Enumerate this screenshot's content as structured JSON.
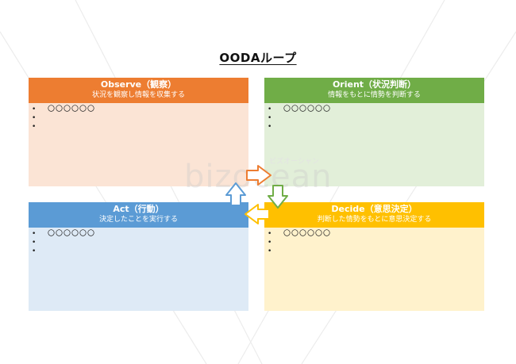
{
  "title": "OODAループ",
  "cards": {
    "observe": {
      "name": "Observe（観察）",
      "desc": "状況を観察し情報を収集する",
      "header_color": "#ED7D31",
      "body_color": "#FBE4D5",
      "bullets": [
        "〇〇〇〇〇〇",
        "",
        ""
      ]
    },
    "orient": {
      "name": "Orient（状況判断）",
      "desc": "情報をもとに情勢を判断する",
      "header_color": "#70AD47",
      "body_color": "#E2EFD9",
      "bullets": [
        "〇〇〇〇〇〇",
        "",
        ""
      ]
    },
    "act": {
      "name": "Act（行動）",
      "desc": "決定したことを実行する",
      "header_color": "#5B9BD5",
      "body_color": "#DEEAF6",
      "bullets": [
        "〇〇〇〇〇〇",
        "",
        ""
      ]
    },
    "decide": {
      "name": "Decide（意思決定）",
      "desc": "判断した情勢をもとに意思決定する",
      "header_color": "#FFC000",
      "body_color": "#FFF2CC",
      "bullets": [
        "〇〇〇〇〇〇",
        "",
        ""
      ]
    }
  },
  "watermark": {
    "text": "bizocean",
    "sub": "ビズオーシャン"
  }
}
